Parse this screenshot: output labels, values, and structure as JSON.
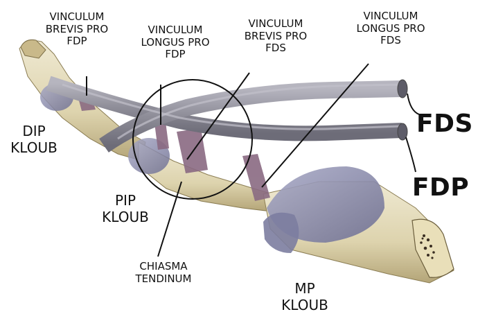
{
  "labels": {
    "vinculum_brevis_fdp": [
      "VINCULUM",
      "BREVIS PRO",
      "FDP"
    ],
    "vinculum_longus_fdp": [
      "VINCULUM",
      "LONGUS PRO",
      "FDP"
    ],
    "vinculum_brevis_fds": [
      "VINCULUM",
      "BREVIS PRO",
      "FDS"
    ],
    "vinculum_longus_fds": [
      "VINCULUM",
      "LONGUS PRO",
      "FDS"
    ],
    "dip": [
      "DIP",
      "KLOUB"
    ],
    "pip": [
      "PIP",
      "KLOUB"
    ],
    "chiasma": [
      "CHIASMA",
      "TENDINUM"
    ],
    "mp": [
      "MP",
      "KLOUB"
    ],
    "fds": "FDS",
    "fdp": "FDP"
  },
  "colors": {
    "bone": "#e9e2c6",
    "bone_shadow": "#b9ab7d",
    "tendon": "#8e8d98",
    "tendon_highlight": "#b4b3bd",
    "capsule": "#8f90b0",
    "vincula": "#8a6a82",
    "line": "#111111"
  }
}
